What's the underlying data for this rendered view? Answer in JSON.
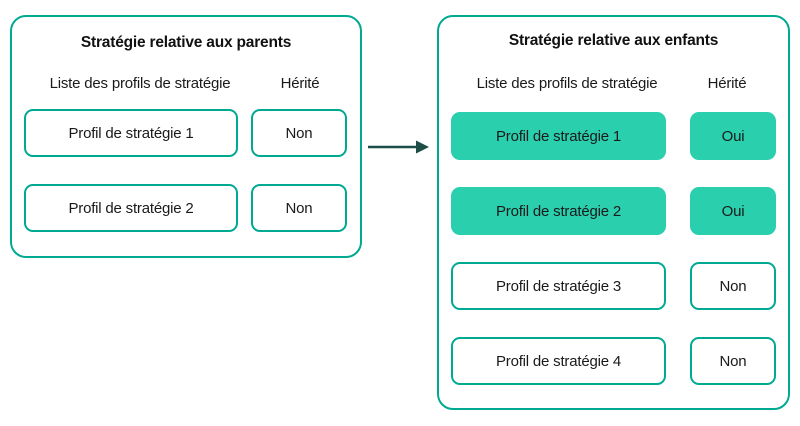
{
  "diagram": {
    "arrow": {
      "icon": "arrow-right-icon",
      "color": "#1d4d47"
    },
    "colors": {
      "border": "#00a991",
      "fill_highlight": "#2ACFAE",
      "text": "#1a1a1a",
      "background": "#ffffff"
    },
    "panels": [
      {
        "id": "parents",
        "title": "Stratégie relative aux parents",
        "columns": {
          "profiles": "Liste des profils de stratégie",
          "inherited": "Hérité"
        },
        "rows": [
          {
            "profile": "Profil de stratégie 1",
            "inherited": "Non",
            "highlighted": false
          },
          {
            "profile": "Profil de stratégie 2",
            "inherited": "Non",
            "highlighted": false
          }
        ]
      },
      {
        "id": "enfants",
        "title": "Stratégie relative aux enfants",
        "columns": {
          "profiles": "Liste des profils de stratégie",
          "inherited": "Hérité"
        },
        "rows": [
          {
            "profile": "Profil de stratégie 1",
            "inherited": "Oui",
            "highlighted": true
          },
          {
            "profile": "Profil de stratégie 2",
            "inherited": "Oui",
            "highlighted": true
          },
          {
            "profile": "Profil de stratégie 3",
            "inherited": "Non",
            "highlighted": false
          },
          {
            "profile": "Profil de stratégie 4",
            "inherited": "Non",
            "highlighted": false
          }
        ]
      }
    ]
  }
}
